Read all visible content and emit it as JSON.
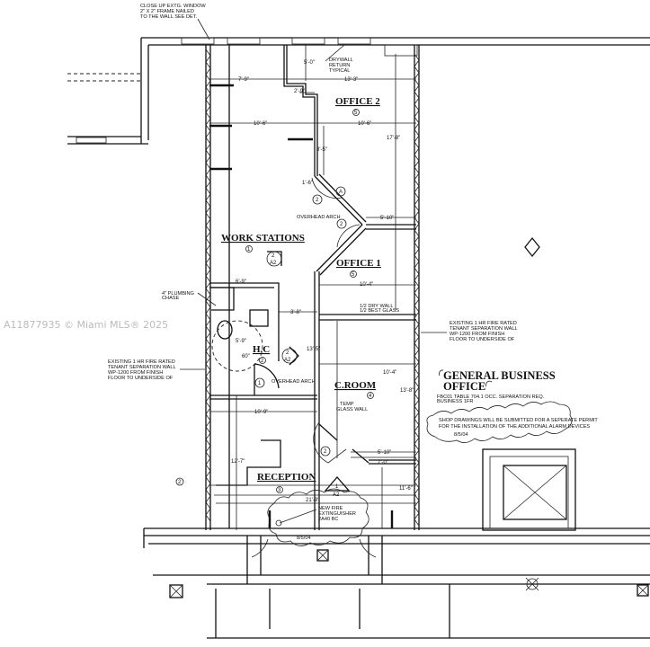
{
  "watermark": "A11877935 © Miami MLS® 2025",
  "notes": {
    "window": [
      "CLOSE UP EXTG. WINDOW",
      "2\" X 2\" FRAME NAILED",
      "TO THE WALL SEE DET."
    ],
    "drywall": [
      "DRYWALL",
      "RETURN",
      "TYPICAL"
    ],
    "plumbing": [
      "4\" PLUMBING",
      "CHASE"
    ],
    "fire_wall_left": [
      "EXISTING 1 HR FIRE RATED",
      "TENANT SEPARATION WALL",
      "WP-1200 FROM FINISH",
      "FLOOR TO UNDERSIDE OF"
    ],
    "fire_wall_right": [
      "EXISTING 1 HR FIRE RATED",
      "TENANT SEPARATION WALL",
      "WP-1200 FROM FINISH",
      "FLOOR TO UNDERSIDE OF"
    ],
    "overhead_arch_1": "OVERHEAD ARCH",
    "overhead_arch_2": "OVERHEAD ARCH",
    "half_wall": [
      "1/2 DRY WALL",
      "1/2 BEST GLASS"
    ],
    "glass_wall": [
      "TEMP",
      "GLASS WALL"
    ],
    "extinguisher": [
      "NEW FIRE",
      "EXTINGUISHER",
      "2A40 BC"
    ],
    "rev_date_1": "8/5/04",
    "rev_date_2": "8/5/04",
    "shop_drawings": [
      "SHOP DRAWINGS WILL BE SUBMITTED FOR A SEPERATE PERMIT",
      "FOR THE INSTALLATION OF THE ADDITIONAL ALARM DEVICES"
    ],
    "occupancy": [
      "FBC01 TABLE 704.1 OCC. SEPARATION REQ.",
      "BUSINESS 1FR"
    ]
  },
  "title": [
    "GENERAL BUSINESS",
    "OFFICE"
  ],
  "rooms": [
    {
      "name": "OFFICE 2",
      "num": "5"
    },
    {
      "name": "WORK STATIONS",
      "num": "1"
    },
    {
      "name": "OFFICE 1",
      "num": "5"
    },
    {
      "name": "H.C",
      "num": "2"
    },
    {
      "name": "C.ROOM",
      "num": "4"
    },
    {
      "name": "RECEPTION",
      "num": "3"
    }
  ],
  "dims": {
    "d1": "7'-9\"",
    "d2": "13'-3\"",
    "d3": "2'-9\"",
    "d4": "10'-6\"",
    "d5": "10'-6\"",
    "d6": "17'-8\"",
    "d7": "5'-10\"",
    "d8": "10'-4\"",
    "d9": "6'-9\"",
    "d10": "3'-8\"",
    "d11": "5'-9\"",
    "d12": "13'-5\"",
    "d13": "10'-4\"",
    "d14": "13'-8\"",
    "d15": "10'-9\"",
    "d16": "12'-7\"",
    "d17": "5'-10\"",
    "d18": "7'-0\"",
    "d19": "21'-9\"",
    "d20": "11'-6\"",
    "d21": "8'-5\"",
    "d22": "1'-6\"",
    "d23": "60\"",
    "d24": "5'-0\""
  },
  "door_tags": [
    "2",
    "2",
    "1",
    "2",
    "2"
  ],
  "wall_tag": "A",
  "markers": {
    "m1_top": "1",
    "m1_bot": "A2",
    "m2": "2",
    "m2b": "A2",
    "m3": "2",
    "m3b": "A2"
  },
  "left_tag": "2"
}
